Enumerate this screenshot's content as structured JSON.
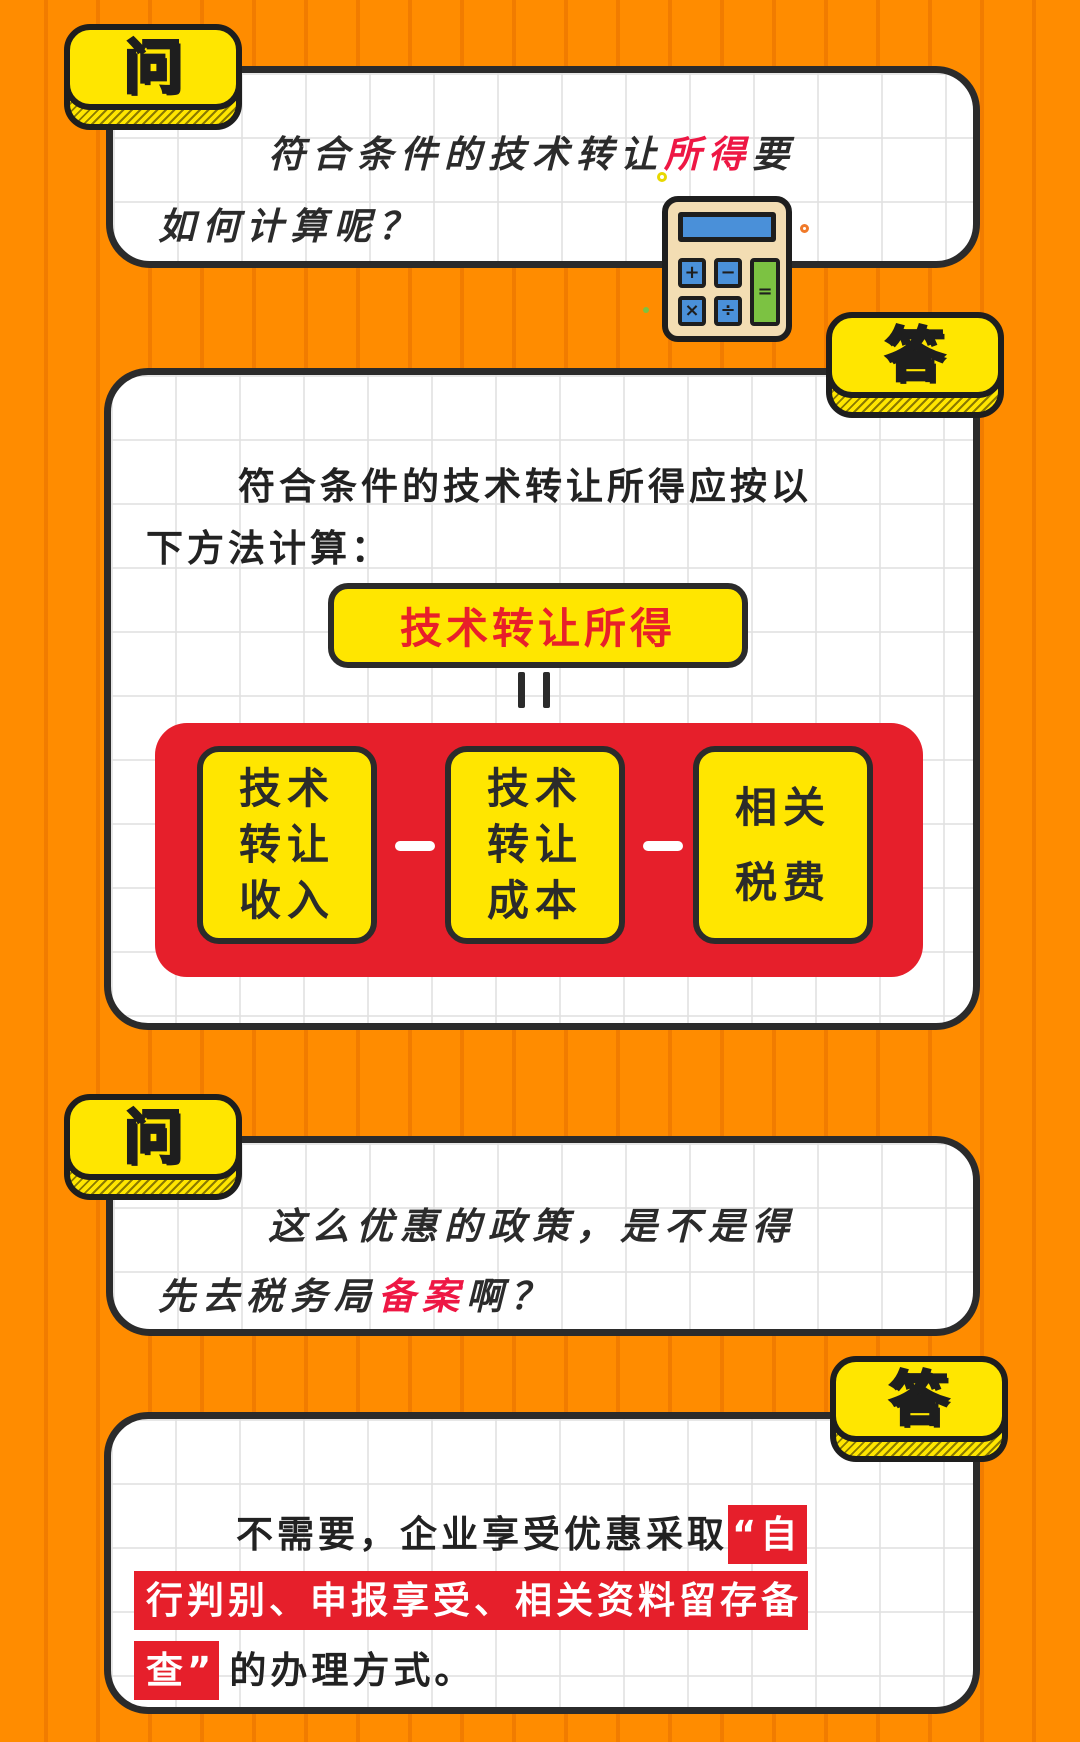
{
  "colors": {
    "background": "#ff8c00",
    "card": "#ffffff",
    "outline": "#2b2b2b",
    "tag_yellow": "#ffe600",
    "highlight_red": "#e61f2b",
    "highlight_pink": "#ee1744"
  },
  "qa": [
    {
      "question": {
        "tag": "问",
        "line1_prefix": "符合条件的技术转让",
        "line1_highlight": "所得",
        "line1_suffix": "要",
        "line2": "如何计算呢？"
      },
      "answer": {
        "tag": "答",
        "line1": "符合条件的技术转让所得应按以",
        "line2": "下方法计算：",
        "formula": {
          "result": "技术转让所得",
          "equals": "=",
          "terms": [
            {
              "lines": [
                "技术",
                "转让",
                "收入"
              ]
            },
            {
              "lines": [
                "技术",
                "转让",
                "成本"
              ]
            },
            {
              "lines": [
                "相关",
                "税费"
              ]
            }
          ],
          "operators": [
            "−",
            "−"
          ]
        }
      }
    },
    {
      "question": {
        "tag": "问",
        "line1": "这么优惠的政策，是不是得",
        "line2_prefix": "先去税务局",
        "line2_highlight": "备案",
        "line2_suffix": "啊？"
      },
      "answer": {
        "tag": "答",
        "line1_prefix": "不需要，企业享受优惠采取",
        "line1_highlight": "“自",
        "line2_highlight": "行判别、申报享受、相关资料留存备",
        "line3_highlight": "查”",
        "line3_suffix": "的办理方式。"
      }
    }
  ],
  "decoration": {
    "calculator_icon": "calculator-icon",
    "calculator_keys": [
      "+",
      "−",
      "×",
      "÷",
      "="
    ]
  }
}
